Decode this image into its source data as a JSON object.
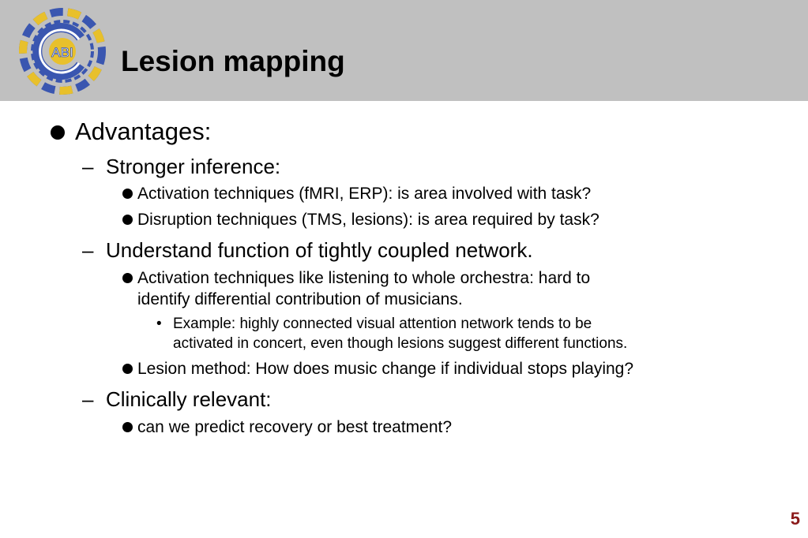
{
  "header": {
    "title": "Lesion mapping",
    "logo_text": "ABI",
    "logo_colors": {
      "blue": "#3a56b0",
      "yellow": "#e8c02c"
    },
    "background": "#c0c0c0"
  },
  "content": {
    "advantages": "Advantages:",
    "stronger_inference": "Stronger inference:",
    "activation_techniques": "Activation techniques (fMRI, ERP): is area involved with task?",
    "disruption_techniques": "Disruption techniques (TMS, lesions): is area required by task?",
    "understand_function": "Understand function of tightly coupled network.",
    "orchestra_line1": "Activation techniques like listening to whole orchestra: hard to",
    "orchestra_line2": "identify differential contribution of musicians.",
    "example_line1": "Example: highly connected visual attention network tends to be",
    "example_line2": "activated in concert, even though lesions suggest different functions.",
    "lesion_method": "Lesion method: How does music change if individual stops playing?",
    "clinically_relevant": "Clinically relevant:",
    "predict_recovery": "can we predict recovery or best treatment?"
  },
  "footer": {
    "page_number": "5",
    "page_number_color": "#8b1a1a"
  }
}
